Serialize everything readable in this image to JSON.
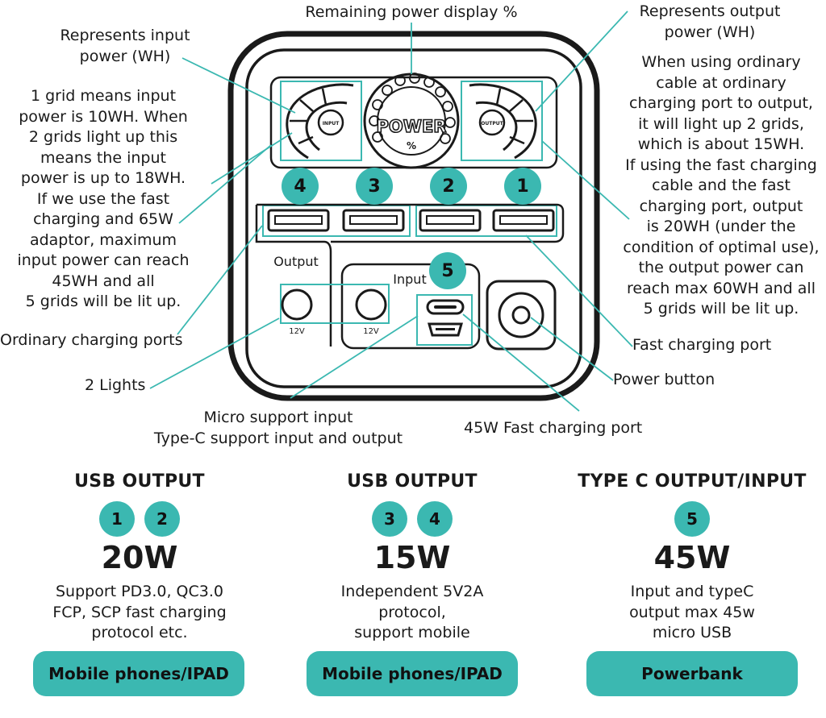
{
  "callouts": {
    "remaining_power": "Remaining power display %",
    "input_power": "Represents input\npower (WH)",
    "output_power": "Represents output\npower (WH)",
    "input_explain": "1 grid means input\npower is 10WH. When\n2 grids light up this\nmeans the input\npower is up to 18WH.\nIf we use the fast\ncharging and 65W\nadaptor, maximum\ninput power can reach\n45WH and all\n5 grids will be lit up.",
    "output_explain": "When using ordinary\ncable at ordinary\ncharging port to output,\nit will light up 2 grids,\nwhich is about 15WH.\nIf using the fast charging\ncable and the fast\ncharging port, output\nis 20WH (under the\ncondition of optimal use),\nthe output power can\nreach max 60WH and all\n5 grids will be lit up.",
    "ordinary_ports": "Ordinary charging ports",
    "two_lights": "2 Lights",
    "micro_typec": "Micro support input\nType-C support input and output",
    "fast_45w": "45W Fast charging port",
    "fast_port": "Fast charging port",
    "power_button": "Power button"
  },
  "device": {
    "gauge_center": "POWER",
    "gauge_unit": "%",
    "left_gauge_label": "INPUT",
    "right_gauge_label": "OUTPUT",
    "output_label": "Output",
    "input_label": "Input",
    "light_left_volt": "12V",
    "light_right_volt": "12V",
    "port_badges": [
      "4",
      "3",
      "2",
      "1"
    ],
    "input_badge": "5"
  },
  "columns": [
    {
      "title": "USB OUTPUT",
      "badges": [
        "1",
        "2"
      ],
      "power": "20W",
      "desc": "Support PD3.0, QC3.0\nFCP, SCP fast charging\nprotocol etc.",
      "button": "Mobile phones/IPAD"
    },
    {
      "title": "USB OUTPUT",
      "badges": [
        "3",
        "4"
      ],
      "power": "15W",
      "desc": "Independent 5V2A\nprotocol,\nsupport mobile",
      "button": "Mobile phones/IPAD"
    },
    {
      "title": "TYPE C OUTPUT/INPUT",
      "badges": [
        "5"
      ],
      "power": "45W",
      "desc": "Input and typeC\noutput max 45w\nmicro USB",
      "button": "Powerbank"
    }
  ],
  "colors": {
    "accent": "#3bb8b1",
    "line": "#3bb8b1",
    "outline": "#1a1a1a"
  }
}
